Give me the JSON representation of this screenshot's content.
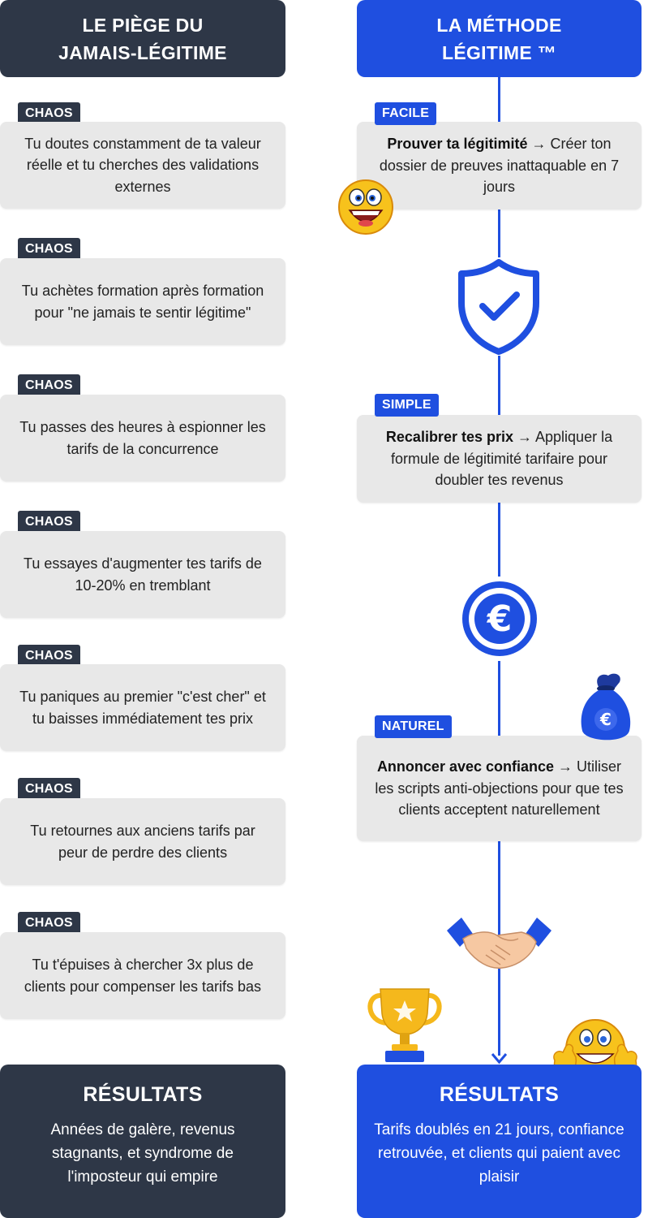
{
  "left_header": {
    "line1": "LE PIÈGE DU",
    "line2": "JAMAIS-LÉGITIME"
  },
  "right_header": {
    "line1": "LA MÉTHODE",
    "line2": "LÉGITIME ™"
  },
  "chaos_items": [
    {
      "tag": "CHAOS",
      "text": "Tu doutes constamment de ta valeur réelle et tu cherches des validations externes"
    },
    {
      "tag": "CHAOS",
      "text": "Tu achètes formation après formation pour \"ne jamais te sentir légitime\""
    },
    {
      "tag": "CHAOS",
      "text": "Tu passes des heures à espionner les tarifs de la concurrence"
    },
    {
      "tag": "CHAOS",
      "text": "Tu essayes d'augmenter tes tarifs de 10-20% en tremblant"
    },
    {
      "tag": "CHAOS",
      "text": "Tu paniques au premier \"c'est cher\" et tu baisses immédiatement tes prix"
    },
    {
      "tag": "CHAOS",
      "text": "Tu retournes aux anciens tarifs par peur de perdre des clients"
    },
    {
      "tag": "CHAOS",
      "text": "Tu t'épuises à chercher 3x plus de clients pour compenser les tarifs bas"
    }
  ],
  "method_steps": [
    {
      "tag": "FACILE",
      "title": "Prouver ta légitimité",
      "arrow": "→",
      "text": "Créer ton dossier de preuves inattaquable en 7 jours"
    },
    {
      "tag": "SIMPLE",
      "title": "Recalibrer tes prix",
      "arrow": "→",
      "text": "Appliquer la formule de légitimité tarifaire pour doubler tes revenus"
    },
    {
      "tag": "NATUREL",
      "title": "Annoncer avec confiance",
      "arrow": "→",
      "text": "Utiliser les scripts anti-objections pour que tes clients acceptent naturellement"
    }
  ],
  "results_left": {
    "title": "RÉSULTATS",
    "text": "Années de galère, revenus stagnants, et syndrome de l'imposteur qui empire"
  },
  "results_right": {
    "title": "RÉSULTATS",
    "text": "Tarifs doublés en 21 jours, confiance retrouvée, et clients qui paient avec plaisir"
  },
  "icons": [
    "shield-check-icon",
    "euro-coin-icon",
    "money-bag-icon",
    "handshake-icon",
    "trophy-icon",
    "laughing-emoji-icon",
    "thumbs-up-emoji-icon"
  ],
  "colors": {
    "dark": "#2e3747",
    "blue": "#1f4fe0",
    "card": "#e8e8e8",
    "gold": "#f5b81c"
  },
  "money_bag_symbol": "€",
  "euro_symbol": "€"
}
